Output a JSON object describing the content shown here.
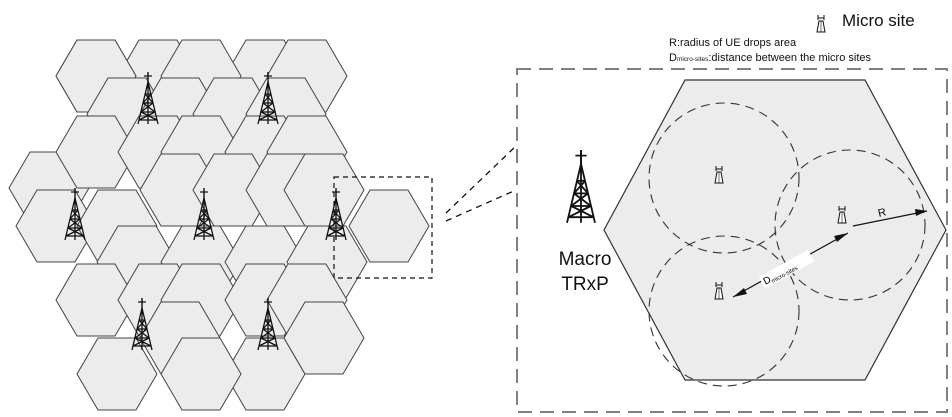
{
  "legend": {
    "micro_site_label": "Micro site",
    "r_definition": "R:radius of UE drops area",
    "d_symbol": "D",
    "d_subscript": "micro-sites",
    "d_definition": ":distance between the micro sites"
  },
  "detail": {
    "macro_label_line1": "Macro",
    "macro_label_line2": "TRxP",
    "r_label": "R",
    "d_symbol": "D",
    "d_subscript": "micro-sites"
  },
  "colors": {
    "cell_fill": "#ececec",
    "cell_stroke": "#444444",
    "dashed_stroke": "#808080",
    "ink": "#111111"
  },
  "icons": {
    "macro": "macro-tower-icon",
    "micro": "micro-site-icon"
  }
}
